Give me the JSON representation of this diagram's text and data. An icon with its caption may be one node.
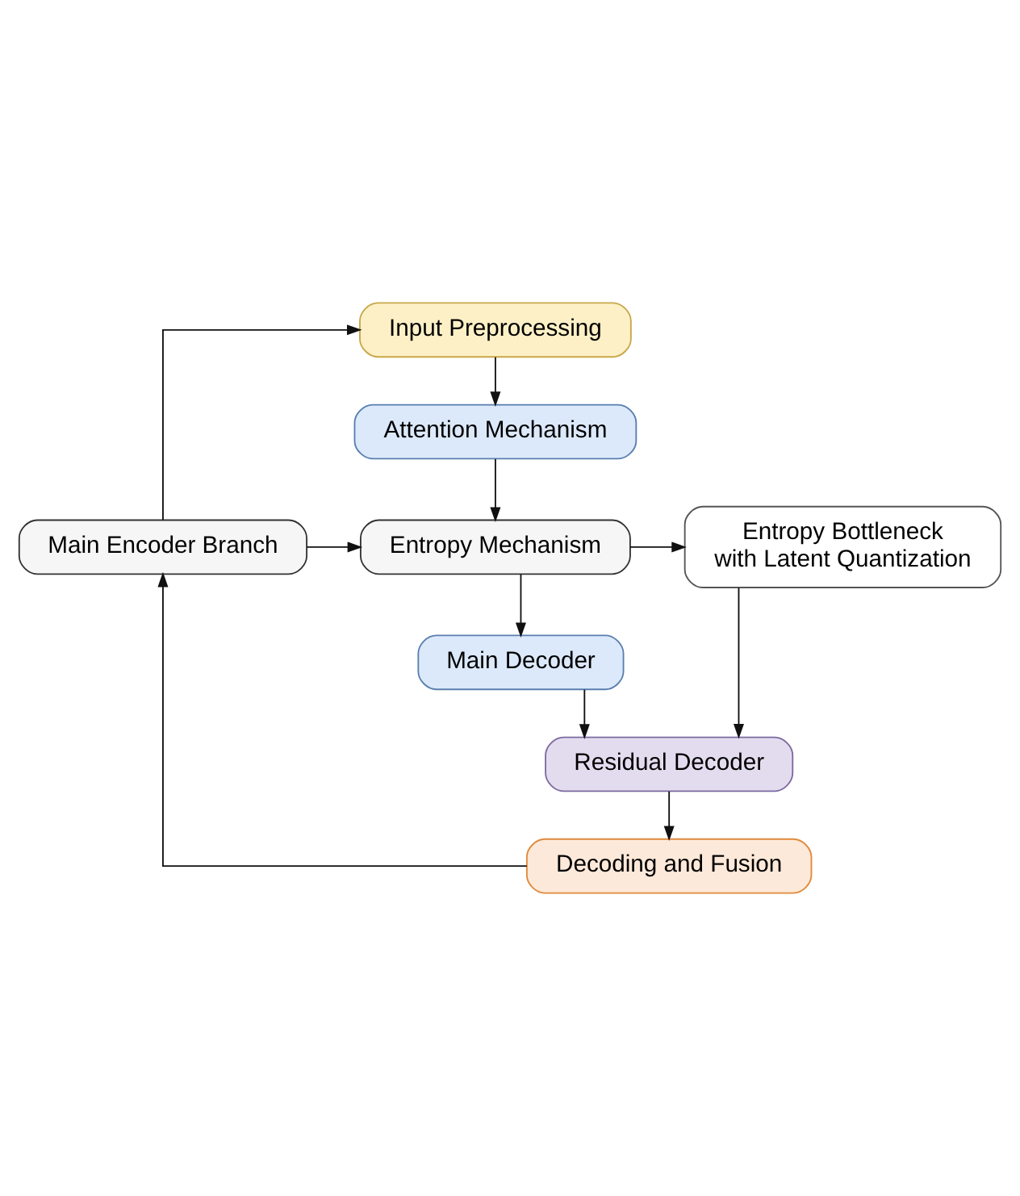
{
  "diagram": {
    "nodes": [
      {
        "text": [
          "Input Preprocessing"
        ]
      },
      {
        "text": [
          "Attention Mechanism"
        ]
      },
      {
        "text": [
          "Main Encoder Branch"
        ]
      },
      {
        "text": [
          "Entropy Mechanism"
        ]
      },
      {
        "text": [
          "Entropy Bottleneck",
          "with Latent Quantization"
        ]
      },
      {
        "text": [
          "Main Decoder"
        ]
      },
      {
        "text": [
          "Residual Decoder"
        ]
      },
      {
        "text": [
          "Decoding and Fusion"
        ]
      }
    ],
    "edges": [
      {
        "from": 2,
        "to": 0,
        "arrow": "to"
      },
      {
        "from": 0,
        "to": 1,
        "arrow": "to"
      },
      {
        "from": 1,
        "to": 3,
        "arrow": "to"
      },
      {
        "from": 2,
        "to": 3,
        "arrow": "to"
      },
      {
        "from": 3,
        "to": 4,
        "arrow": "to"
      },
      {
        "from": 3,
        "to": 5,
        "arrow": "to"
      },
      {
        "from": 5,
        "to": 6,
        "arrow": "to"
      },
      {
        "from": 4,
        "to": 6,
        "arrow": "to"
      },
      {
        "from": 6,
        "to": 7,
        "arrow": "to"
      },
      {
        "from": 7,
        "to": 2,
        "arrow": "to"
      }
    ]
  }
}
